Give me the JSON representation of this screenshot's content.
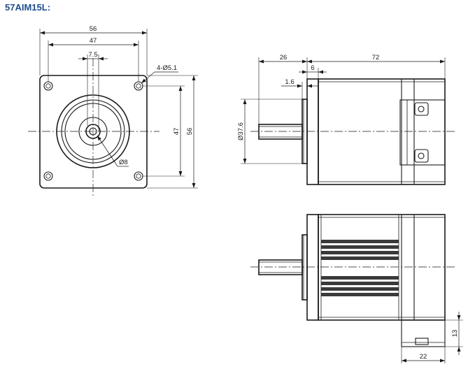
{
  "title": "57AIM15L:",
  "accent_color": "#1f4e8c",
  "front_view": {
    "dim_width": "56",
    "dim_hole_pitch": "47",
    "dim_key_offset": "7.5",
    "dim_mount_holes": "4-Ø5.1",
    "dim_shaft_dia": "Ø8",
    "dim_vertical_pitch": "47",
    "dim_height": "56"
  },
  "side_view": {
    "dim_shaft_length": "26",
    "dim_boss_length": "6",
    "dim_body_length": "72",
    "dim_flange": "1.6",
    "dim_boss_dia": "Ø37.6"
  },
  "bottom_view": {
    "dim_connector_height": "13",
    "dim_connector_width": "22"
  }
}
